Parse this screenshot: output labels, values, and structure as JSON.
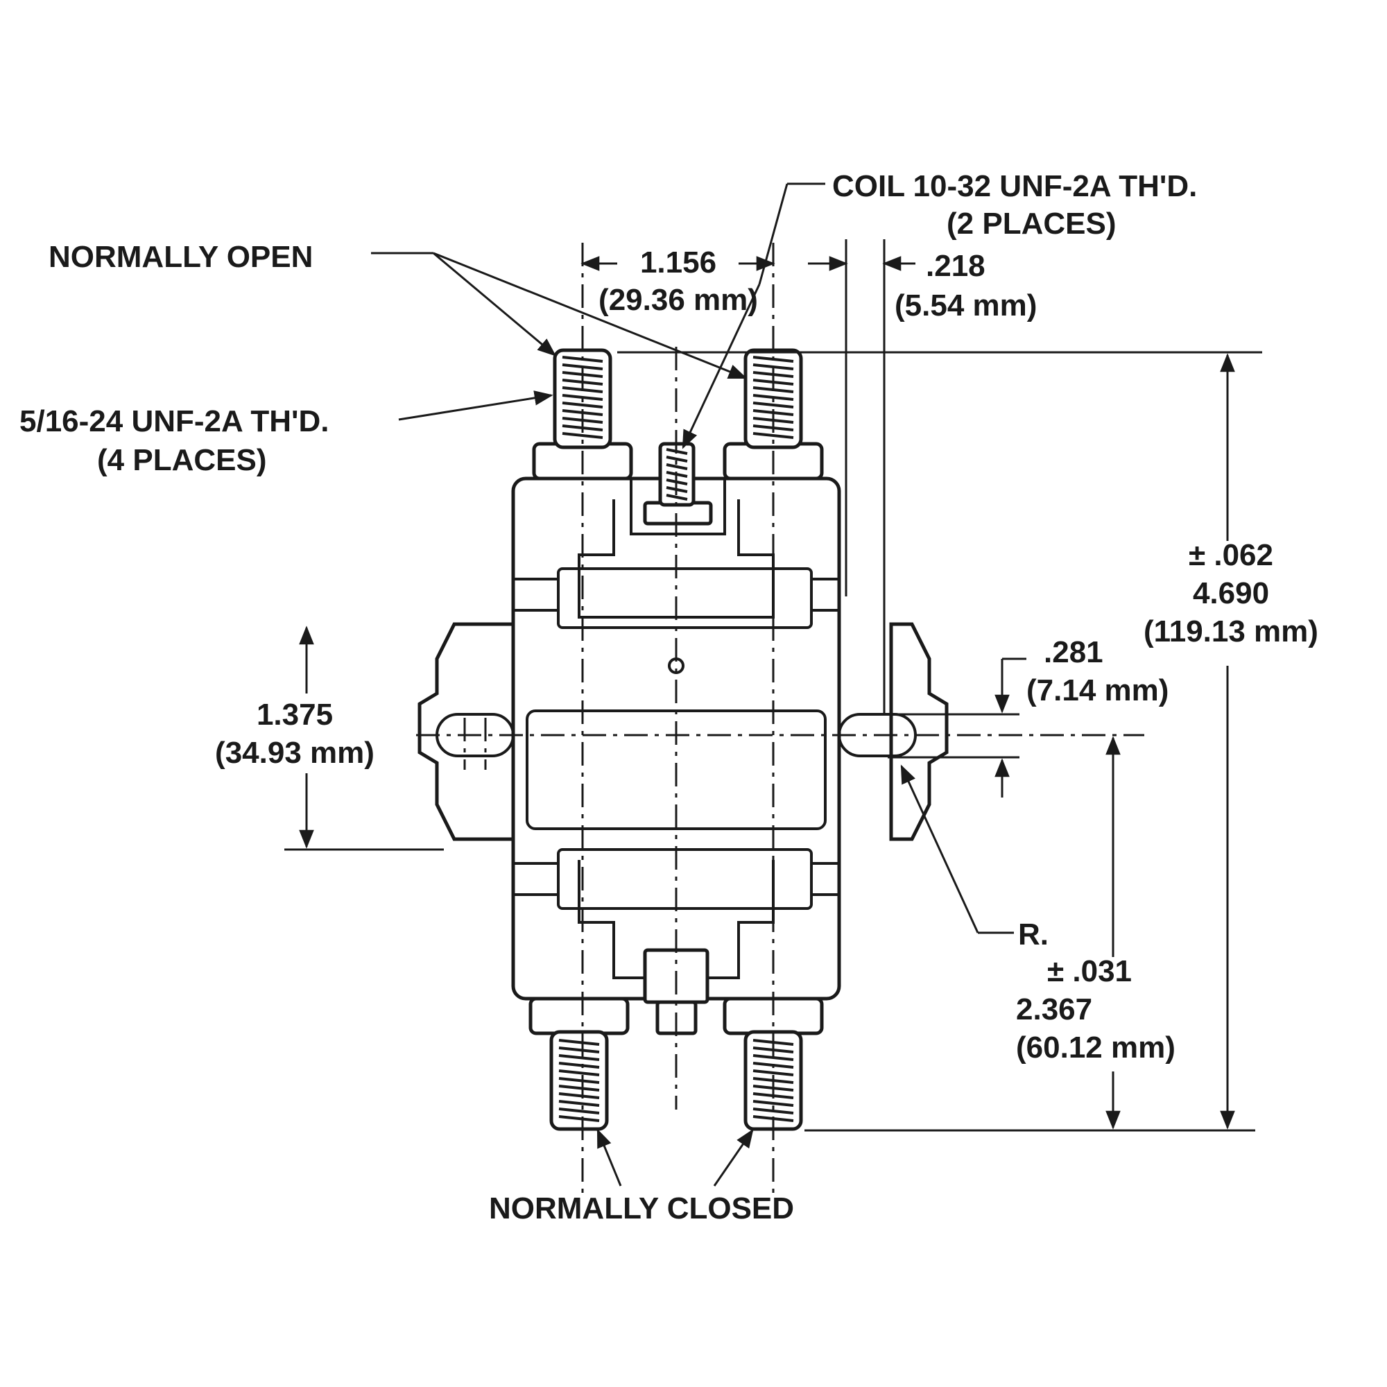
{
  "labels": {
    "normally_open": "NORMALLY OPEN",
    "normally_closed": "NORMALLY CLOSED",
    "terminal_thread_1": "5/16-24 UNF-2A TH'D.",
    "terminal_thread_2": "(4 PLACES)",
    "coil_thread_1": "COIL  10-32 UNF-2A TH'D.",
    "coil_thread_2": "(2 PLACES)",
    "radius": "R."
  },
  "dimensions": {
    "terminal_spacing": {
      "inch": "1.156",
      "mm": "(29.36 mm)"
    },
    "bracket_thickness": {
      "inch": ".218",
      "mm": "(5.54 mm)"
    },
    "overall_height": {
      "tol": "± .062",
      "inch": "4.690",
      "mm": "(119.13 mm)"
    },
    "slot_width": {
      "inch": ".281",
      "mm": "(7.14 mm)"
    },
    "mount_height": {
      "inch": "1.375",
      "mm": "(34.93 mm)"
    },
    "slot_to_bottom": {
      "tol": "± .031",
      "inch": "2.367",
      "mm": "(60.12 mm)"
    }
  }
}
